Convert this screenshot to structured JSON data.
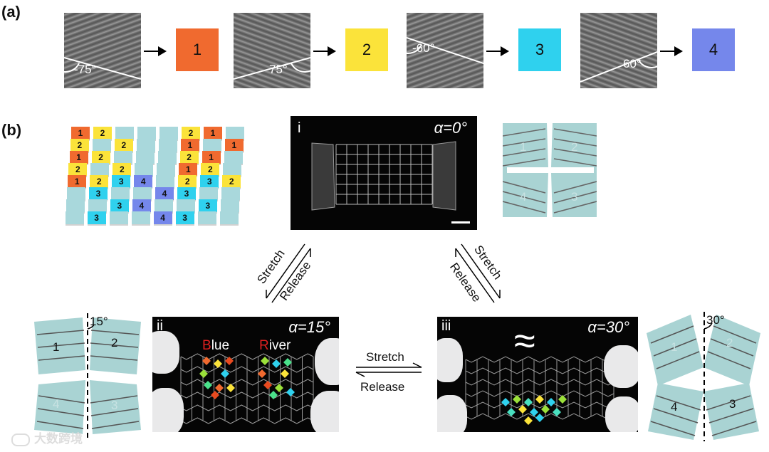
{
  "panel_a": {
    "label": "(a)",
    "items": [
      {
        "angle": "-75°",
        "number": "1",
        "color": "#f06a2f"
      },
      {
        "angle": "75°",
        "number": "2",
        "color": "#fbe33a"
      },
      {
        "angle": "-60°",
        "number": "3",
        "color": "#2fd1ee"
      },
      {
        "angle": "60°",
        "number": "4",
        "color": "#7587eb"
      }
    ]
  },
  "panel_b": {
    "label": "(b)",
    "colors": {
      "tile_empty": "#a9d8dc",
      "panel_fill": "#a9d3d3"
    },
    "photo_i": {
      "label": "i",
      "alpha": "α=0°"
    },
    "photo_ii": {
      "label": "ii",
      "alpha": "α=15°",
      "word1_first": "B",
      "word1_rest": "lue",
      "word2_first": "R",
      "word2_rest": "iver"
    },
    "photo_iii": {
      "label": "iii",
      "alpha": "α=30°",
      "symbol": "≈"
    },
    "transitions": {
      "stretch": "Stretch",
      "release": "Release"
    },
    "schematic_top": {
      "numbers": [
        "1",
        "2",
        "4",
        "3"
      ]
    },
    "schematic_left": {
      "angle": "15°",
      "numbers": [
        "1",
        "2",
        "4",
        "3"
      ]
    },
    "schematic_right": {
      "angle": "30°",
      "numbers": [
        "1",
        "2",
        "4",
        "3"
      ]
    },
    "tile_grid": {
      "rows": [
        [
          "1",
          "2",
          "",
          "",
          "",
          "2",
          "1",
          ""
        ],
        [
          "2",
          "",
          "2",
          "",
          "",
          "1",
          "",
          "1"
        ],
        [
          "1",
          "2",
          "",
          "",
          "",
          "2",
          "1",
          ""
        ],
        [
          "2",
          "",
          "2",
          "",
          "",
          "1",
          "2",
          ""
        ],
        [
          "1",
          "2",
          "3",
          "4",
          "",
          "2",
          "3",
          "2"
        ],
        [
          "",
          "3",
          "",
          "",
          "4",
          "3",
          "",
          ""
        ],
        [
          "",
          "",
          "3",
          "4",
          "",
          "",
          "3",
          ""
        ],
        [
          "",
          "3",
          "",
          "",
          "4",
          "3",
          "",
          ""
        ]
      ]
    }
  },
  "watermark": "大数跨境"
}
